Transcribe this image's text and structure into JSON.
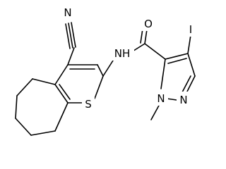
{
  "molecule": {
    "atoms": {
      "nitrile_n": "N",
      "amide_nh": "NH",
      "carbonyl_o": "O",
      "iodine": "I",
      "thiophene_s": "S",
      "pyrazole_n1": "N",
      "pyrazole_n2": "N"
    }
  },
  "colors": {
    "bond": "#000000",
    "background": "#ffffff"
  }
}
